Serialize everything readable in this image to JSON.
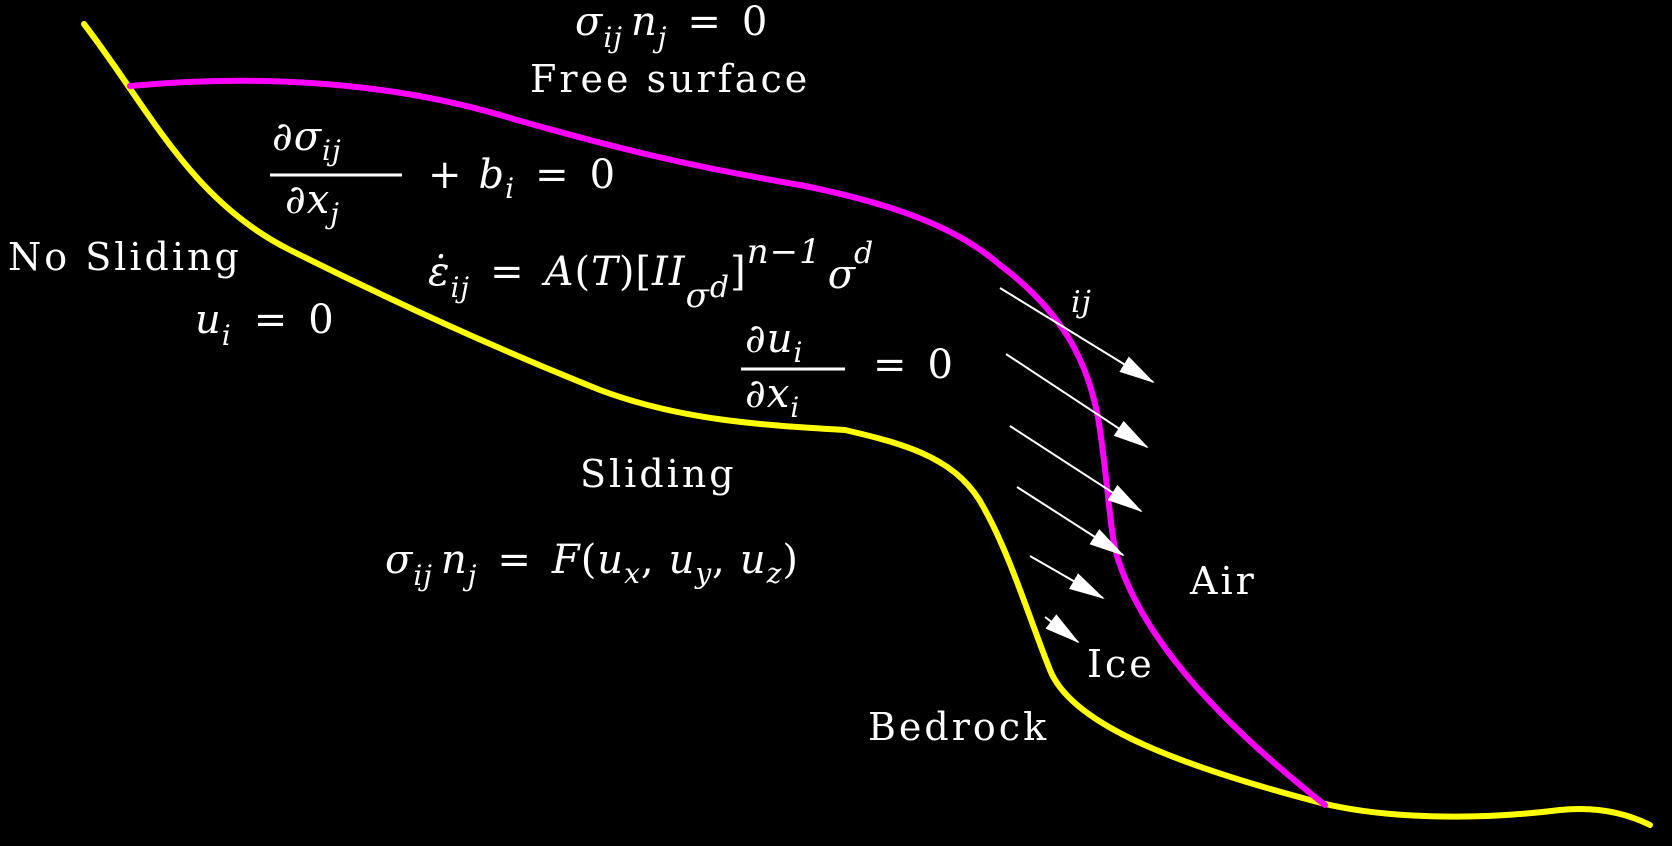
{
  "colors": {
    "background": "#000000",
    "bedrock_line": "#ffff00",
    "surface_line": "#ff00ff",
    "arrows": "#ffffff",
    "text": "#ffffff"
  },
  "labels": {
    "free_surface": "Free surface",
    "no_sliding": "No Sliding",
    "sliding": "Sliding",
    "air": "Air",
    "ice": "Ice",
    "bedrock": "Bedrock"
  },
  "equations": {
    "free_surface_bc": "σij nj = 0",
    "momentum": "∂σij/∂xj + bi = 0",
    "flow_law": "ε̇ij = A(T)[IIσd]^(n−1) σdij",
    "continuity": "∂ui/∂xi = 0",
    "no_slip_bc": "ui = 0",
    "sliding_bc": "σij nj = F(ux, uy, uz)"
  },
  "math_glyphs": {
    "eq": "=",
    "zero": "0",
    "plus": "+",
    "sigma": "σ",
    "n": "n",
    "i": "i",
    "j": "j",
    "ij": "ij",
    "b": "b",
    "u": "u",
    "x": "x",
    "y": "y",
    "z": "z",
    "d": "d",
    "partial": "∂",
    "eps_dot": "ε̇",
    "A": "A",
    "T": "T",
    "II": "II",
    "F": "F",
    "lparen": "(",
    "rparen": ")",
    "lbracket": "[",
    "rbracket": "]",
    "comma": ",",
    "exponent": "n−1"
  },
  "arrow_count": 6
}
